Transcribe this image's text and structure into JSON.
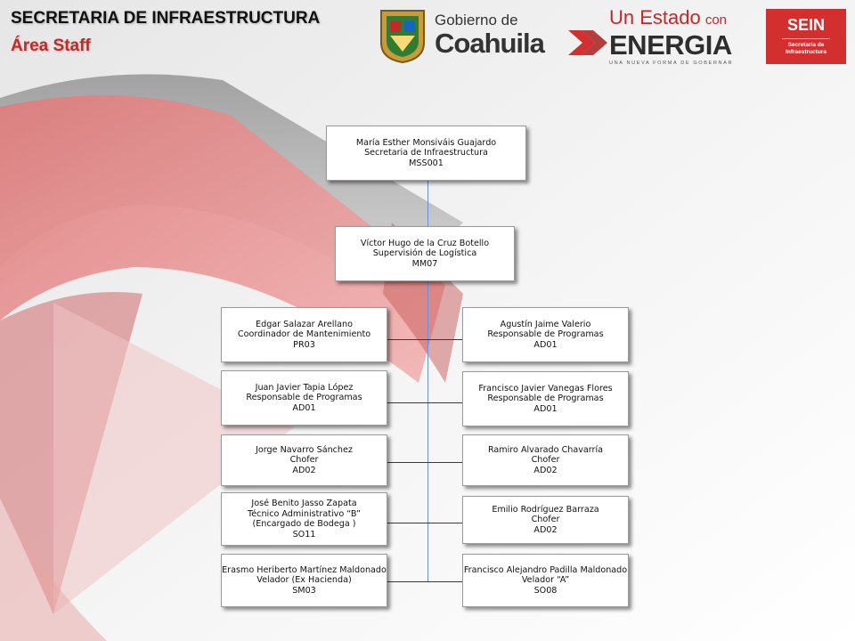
{
  "header": {
    "title": "SECRETARIA DE INFRAESTRUCTURA",
    "subtitle": "Área Staff",
    "subtitle_color": "#c62828"
  },
  "logos": {
    "coahuila_line1": "Gobierno de",
    "coahuila_line2": "Coahuila",
    "estado_line1": "Un Estado",
    "estado_line1b": "con",
    "estado_line2": "ENERGIA",
    "estado_tagline": "UNA NUEVA FORMA DE GOBERNAR",
    "sein_title": "SEIN",
    "sein_sub1": "Secretaría de",
    "sein_sub2": "Infraestructura",
    "red": "#d32f2f"
  },
  "org": {
    "head": {
      "name": "María Esther Monsiváis Guajardo",
      "role": "Secretaria de Infraestructura",
      "code": "MSS001"
    },
    "supervisor": {
      "name": "Víctor Hugo de la Cruz Botello",
      "role": "Supervisión de Logística",
      "code": "MM07"
    },
    "left": [
      {
        "name": "Edgar Salazar Arellano",
        "role": "Coordinador de Mantenimiento",
        "code": "PR03"
      },
      {
        "name": "Juan Javier Tapia López",
        "role": "Responsable de Programas",
        "code": "AD01"
      },
      {
        "name": "Jorge Navarro Sánchez",
        "role": "Chofer",
        "code": "AD02"
      },
      {
        "name": "José Benito Jasso  Zapata",
        "role": "Técnico Administrativo “B”",
        "role2": "(Encargado de Bodega )",
        "code": "SO11"
      },
      {
        "name": "Erasmo Heriberto Martínez Maldonado",
        "role": "Velador (Ex Hacienda)",
        "code": "SM03"
      }
    ],
    "right": [
      {
        "name": "Agustín Jaime Valerio",
        "role": "Responsable de Programas",
        "code": "AD01"
      },
      {
        "name": "Francisco Javier Vanegas Flores",
        "role": "Responsable de Programas",
        "code": "AD01"
      },
      {
        "name": "Ramiro Alvarado Chavarría",
        "role": "Chofer",
        "code": "AD02"
      },
      {
        "name": "Emilio Rodríguez Barraza",
        "role": "Chofer",
        "code": "AD02"
      },
      {
        "name": "Francisco Alejandro Padilla Maldonado",
        "role": "Velador “A”",
        "code": "SO08"
      }
    ]
  }
}
